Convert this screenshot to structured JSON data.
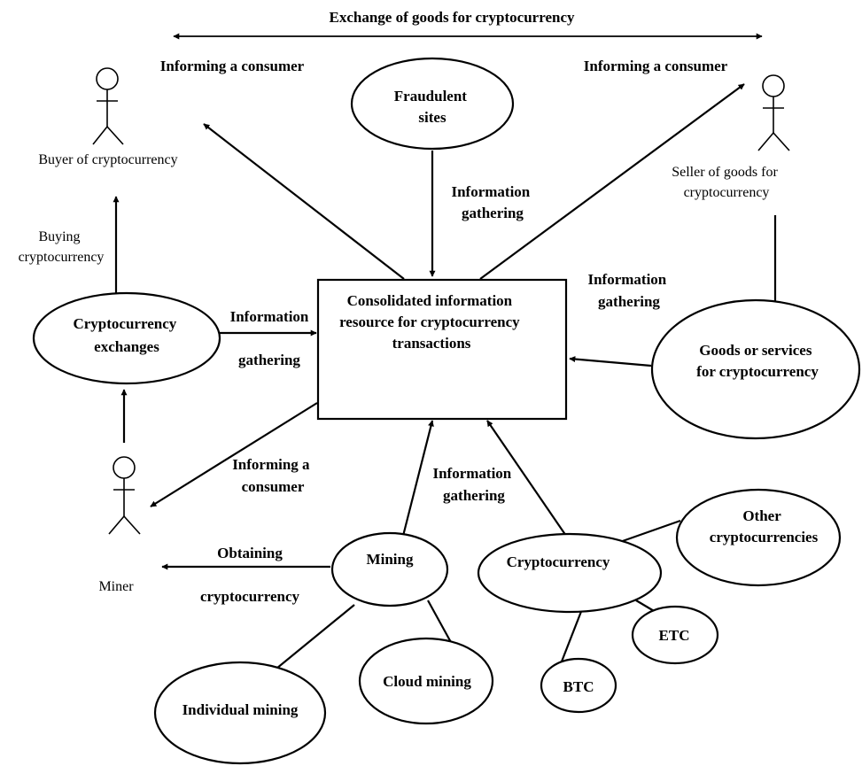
{
  "top_label": "Exchange of goods for cryptocurrency",
  "center": {
    "line1": "Consolidated information",
    "line2": "resource for cryptocurrency",
    "line3": "transactions"
  },
  "actors": {
    "buyer": "Buyer of cryptocurrency",
    "seller_line1": "Seller of goods for",
    "seller_line2": "cryptocurrency",
    "miner": "Miner"
  },
  "nodes": {
    "fraudulent_line1": "Fraudulent",
    "fraudulent_line2": "sites",
    "exchanges_line1": "Cryptocurrency",
    "exchanges_line2": "exchanges",
    "goods_line1": "Goods or services",
    "goods_line2": "for cryptocurrency",
    "mining": "Mining",
    "cryptocurrency": "Cryptocurrency",
    "other_line1": "Other",
    "other_line2": "cryptocurrencies",
    "etc": "ETC",
    "btc": "BTC",
    "cloud_mining": "Cloud mining",
    "individual_mining": "Individual mining"
  },
  "edge_labels": {
    "inform_left": "Informing a consumer",
    "inform_right": "Informing a consumer",
    "fraud_gather_line1": "Information",
    "fraud_gather_line2": "gathering",
    "goods_gather_line1": "Information",
    "goods_gather_line2": "gathering",
    "exch_gather_line1": "Information",
    "exch_gather_line2": "gathering",
    "buying_line1": "Buying",
    "buying_line2": "cryptocurrency",
    "inform_miner_line1": "Informing a",
    "inform_miner_line2": "consumer",
    "mining_gather_line1": "Information",
    "mining_gather_line2": "gathering",
    "obtaining_line1": "Obtaining",
    "obtaining_line2": "cryptocurrency"
  }
}
